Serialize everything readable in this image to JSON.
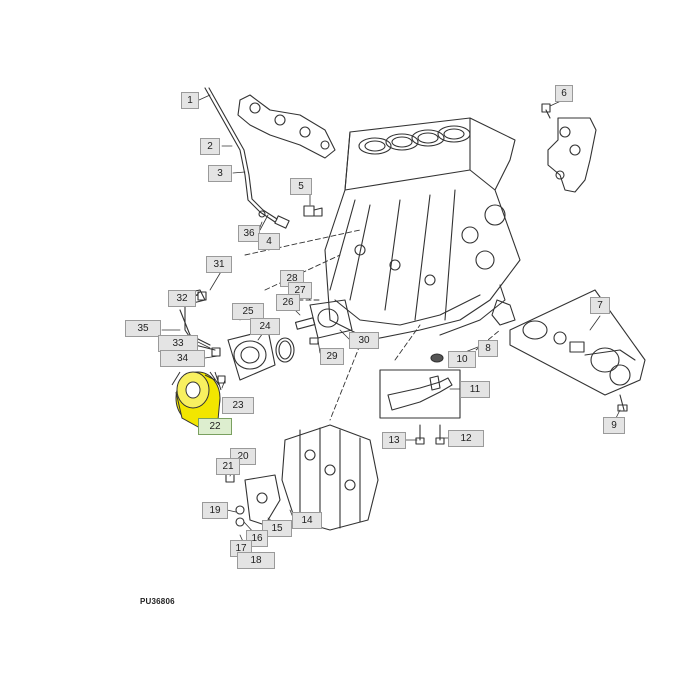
{
  "diagram": {
    "caption": "PU36806",
    "colors": {
      "line": "#333333",
      "callout_bg": "#e4e4e4",
      "callout_border": "#9a9a9a",
      "highlight": "#f2e600",
      "highlight_label": "#ddeecf"
    },
    "callouts": {
      "c1": "1",
      "c2": "2",
      "c3": "3",
      "c4": "4",
      "c5": "5",
      "c6": "6",
      "c7": "7",
      "c8": "8",
      "c9": "9",
      "c10": "10",
      "c11": "11",
      "c12": "12",
      "c13": "13",
      "c14": "14",
      "c15": "15",
      "c16": "16",
      "c17": "17",
      "c18": "18",
      "c19": "19",
      "c20": "20",
      "c21": "21",
      "c22": "22",
      "c23": "23",
      "c24": "24",
      "c25": "25",
      "c26": "26",
      "c27": "27",
      "c28": "28",
      "c29": "29",
      "c30": "30",
      "c31": "31",
      "c32": "32",
      "c33": "33",
      "c34": "34",
      "c35": "35",
      "c36": "36"
    }
  }
}
